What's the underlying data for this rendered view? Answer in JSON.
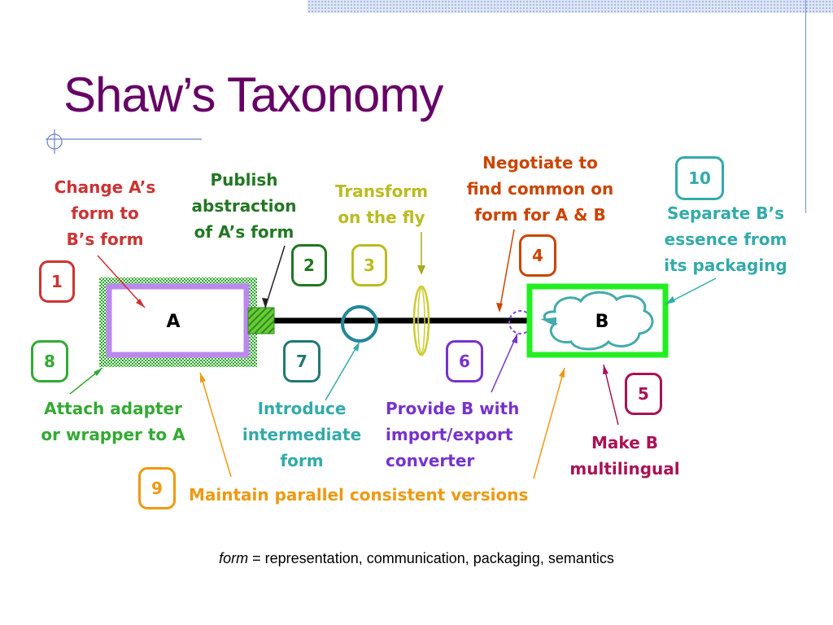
{
  "title": "Shaw’s Taxonomy",
  "boxes": {
    "a": "A",
    "b": "B"
  },
  "badges": [
    "1",
    "2",
    "3",
    "4",
    "5",
    "6",
    "7",
    "8",
    "9",
    "10"
  ],
  "labels": {
    "change_a": [
      "Change A’s",
      "form  to",
      "B’s form"
    ],
    "publish": [
      "Publish",
      "abstraction",
      "of A’s form"
    ],
    "transform": [
      "Transform",
      "on the fly"
    ],
    "negotiate": [
      "Negotiate to",
      "find common on",
      "form for A & B"
    ],
    "separate": [
      "Separate B’s",
      "essence from",
      "its packaging"
    ],
    "attach": [
      "Attach adapter",
      "or wrapper to A"
    ],
    "introduce": [
      "Introduce",
      "intermediate",
      "form"
    ],
    "provide": [
      "Provide B with",
      "import/export",
      "converter"
    ],
    "make_multilingual": [
      "Make B",
      "multilingual"
    ],
    "maintain": [
      "Maintain parallel consistent versions"
    ]
  },
  "footnote": {
    "term": "form",
    "definition": " = representation, communication, packaging, semantics"
  },
  "colors": {
    "title": "#660066",
    "red": "#cc3333",
    "green": "#33aa33",
    "olive": "#cccc33",
    "brown": "#cc4400",
    "teal": "#33aaaa",
    "purple": "#7733cc",
    "magenta": "#aa1155",
    "orange": "#ee9911",
    "dark_green": "#227722",
    "teal_blue": "#227777"
  }
}
